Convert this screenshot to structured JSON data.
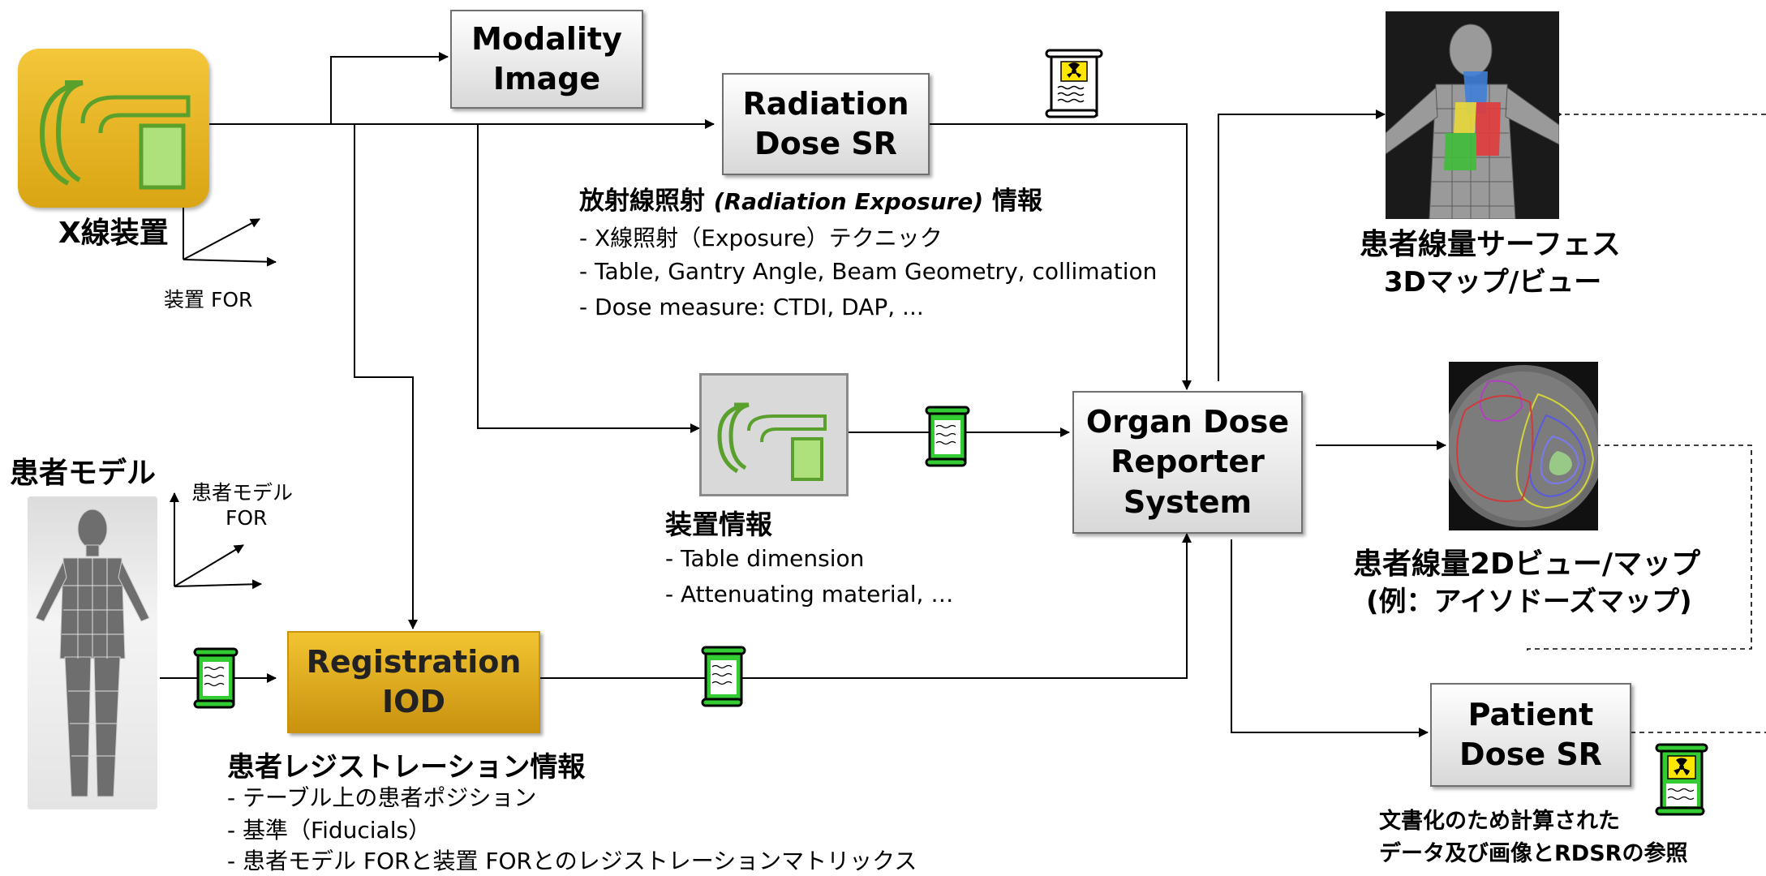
{
  "boxes": {
    "modality": "Modality\nImage",
    "rdsr": "Radiation\nDose SR",
    "organ": "Organ Dose\nReporter\nSystem",
    "registration": "Registration\nIOD",
    "patient_sr": "Patient\nDose SR"
  },
  "xray": {
    "label": "X線装置",
    "for_label": "装置 FOR"
  },
  "patient_model": {
    "title": "患者モデル",
    "for_label_line1": "患者モデル",
    "for_label_line2": "FOR"
  },
  "radiation_info": {
    "title_prefix": "放射線照射",
    "title_italic": "(Radiation Exposure)",
    "title_suffix": "情報",
    "items": [
      "- X線照射（Exposure）テクニック",
      "- Table, Gantry Angle, Beam Geometry, collimation",
      "- Dose measure: CTDI, DAP, ..."
    ]
  },
  "device_info": {
    "title": "装置情報",
    "items": [
      "-   Table dimension",
      "-   Attenuating material, …"
    ]
  },
  "registration_info": {
    "title": "患者レジストレーション情報",
    "items": [
      "-  テーブル上の患者ポジション",
      "-  基準（Fiducials）",
      "-  患者モデル FORと装置 FORとのレジストレーションマトリックス"
    ]
  },
  "outputs": {
    "map3d_line1": "患者線量サーフェス",
    "map3d_line2": "3Dマップ/ビュー",
    "map2d_line1": "患者線量2Dビュー/マップ",
    "map2d_line2": "(例：アイソドーズマップ)",
    "patient_sr_line1": "文書化のため計算された",
    "patient_sr_line2": "データ及び画像とRDSRの参照"
  },
  "icons": [
    "xray-device-icon",
    "radiation-document-icon",
    "document-scroll-icon",
    "human-3d-model-icon",
    "isodose-map-icon"
  ],
  "colors": {
    "gold": "#e7b41f",
    "scroll_green": "#33cc33",
    "device_green": "#5aa02c",
    "radiation_yellow": "#ffe600"
  }
}
